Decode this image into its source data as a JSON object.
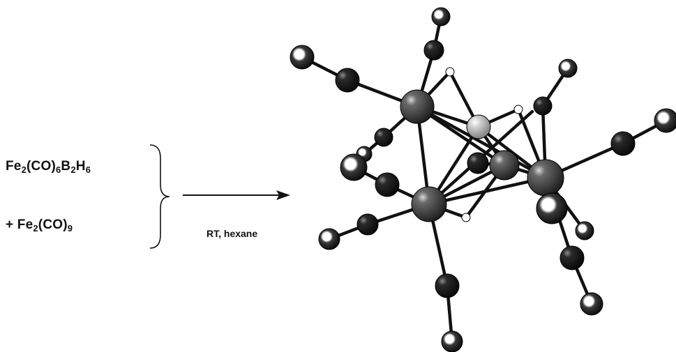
{
  "reactants": [
    {
      "parts": [
        {
          "t": "Fe"
        },
        {
          "s": "2"
        },
        {
          "t": "(CO)"
        },
        {
          "s": "6"
        },
        {
          "t": "B"
        },
        {
          "s": "2"
        },
        {
          "t": "H"
        },
        {
          "s": "6"
        }
      ]
    },
    {
      "parts": [
        {
          "t": "+ Fe"
        },
        {
          "s": "2"
        },
        {
          "t": "(CO)"
        },
        {
          "s": "9"
        }
      ]
    }
  ],
  "conditions": "RT, hexane",
  "colors": {
    "ink": "#111111",
    "fe_atom": "#2a2a2a",
    "b_atom": "#c9c9c9",
    "c_atom": "#1a1a1a",
    "o_atom": "#0a0a0a",
    "h_atom": "#ffffff"
  }
}
